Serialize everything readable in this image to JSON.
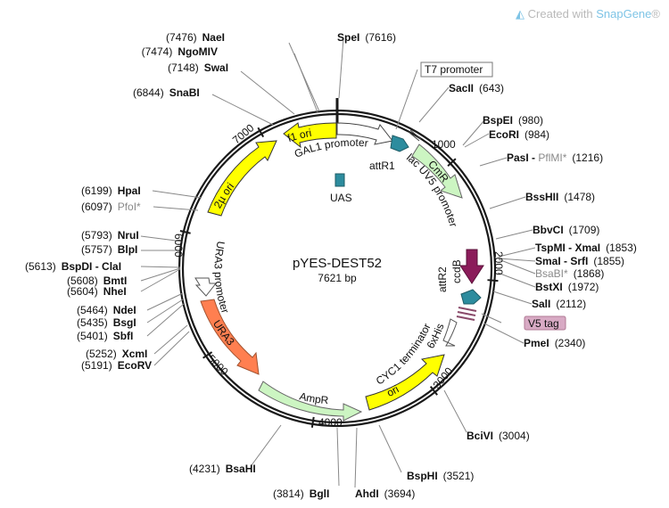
{
  "watermark": {
    "prefix": "Created with ",
    "brand": "SnapGene",
    "suffix": "®"
  },
  "plasmid": {
    "name": "pYES-DEST52",
    "size_label": "7621 bp",
    "length": 7621
  },
  "ticks": [
    {
      "bp": 1000,
      "label": "1000"
    },
    {
      "bp": 2000,
      "label": "2000"
    },
    {
      "bp": 3000,
      "label": "3000"
    },
    {
      "bp": 4000,
      "label": "4000"
    },
    {
      "bp": 5000,
      "label": "5000"
    },
    {
      "bp": 6000,
      "label": "6000"
    },
    {
      "bp": 7000,
      "label": "7000"
    }
  ],
  "sites": [
    {
      "pos": "(7476)",
      "name": "NaeI",
      "gray": ""
    },
    {
      "pos": "(7474)",
      "name": "NgoMIV",
      "gray": ""
    },
    {
      "pos": "(7148)",
      "name": "SwaI",
      "gray": ""
    },
    {
      "pos": "(6844)",
      "name": "SnaBI",
      "gray": ""
    },
    {
      "pos": "(6199)",
      "name": "HpaI",
      "gray": ""
    },
    {
      "pos": "(6097)",
      "name": "",
      "gray": "PfoI*"
    },
    {
      "pos": "(5793)",
      "name": "NruI",
      "gray": ""
    },
    {
      "pos": "(5757)",
      "name": "BlpI",
      "gray": ""
    },
    {
      "pos": "(5613)",
      "name": "BspDI - ClaI",
      "gray": ""
    },
    {
      "pos": "(5608)",
      "name": "BmtI",
      "gray": ""
    },
    {
      "pos": "(5604)",
      "name": "NheI",
      "gray": ""
    },
    {
      "pos": "(5464)",
      "name": "NdeI",
      "gray": ""
    },
    {
      "pos": "(5435)",
      "name": "BsgI",
      "gray": ""
    },
    {
      "pos": "(5401)",
      "name": "SbfI",
      "gray": ""
    },
    {
      "pos": "(5252)",
      "name": "XcmI",
      "gray": ""
    },
    {
      "pos": "(5191)",
      "name": "EcoRV",
      "gray": ""
    },
    {
      "pos": "(4231)",
      "name": "BsaHI",
      "gray": ""
    },
    {
      "pos": "(3814)",
      "name": "BglI",
      "gray": ""
    },
    {
      "pos": "(3694)",
      "name": "AhdI",
      "gray": ""
    },
    {
      "pos": "(3521)",
      "name": "BspHI",
      "gray": ""
    },
    {
      "pos": "(3004)",
      "name": "BciVI",
      "gray": ""
    },
    {
      "pos": "(7616)",
      "name": "SpeI",
      "gray": ""
    },
    {
      "pos": "(643)",
      "name": "SacII",
      "gray": ""
    },
    {
      "pos": "(980)",
      "name": "BspEI",
      "gray": ""
    },
    {
      "pos": "(984)",
      "name": "EcoRI",
      "gray": ""
    },
    {
      "pos": "(1216)",
      "name": "PasI - ",
      "gray": "PflMI*"
    },
    {
      "pos": "(1478)",
      "name": "BssHII",
      "gray": ""
    },
    {
      "pos": "(1709)",
      "name": "BbvCI",
      "gray": ""
    },
    {
      "pos": "(1853)",
      "name": "TspMI - XmaI",
      "gray": ""
    },
    {
      "pos": "(1855)",
      "name": "SmaI - SrfI",
      "gray": ""
    },
    {
      "pos": "(1868)",
      "name": "",
      "gray": "BsaBI*"
    },
    {
      "pos": "(1972)",
      "name": "BstXI",
      "gray": ""
    },
    {
      "pos": "(2112)",
      "name": "SalI",
      "gray": ""
    },
    {
      "pos": "(2340)",
      "name": "PmeI",
      "gray": ""
    }
  ],
  "features": {
    "f1_ori": "f1 ori",
    "gal1_promoter": "GAL1 promoter",
    "two_micron_ori": "2µ ori",
    "uas": "UAS",
    "attr1": "attR1",
    "t7_promoter": "T7 promoter",
    "lac_uv5_promoter": "lac UV5 promoter",
    "cmr": "CmR",
    "ccdb": "ccdB",
    "attr2": "attR2",
    "his6": "6xHis",
    "v5_tag": "V5 tag",
    "cyc1_terminator": "CYC1 terminator",
    "ori": "ori",
    "ampr": "AmpR",
    "ura3": "URA3",
    "ura3_promoter": "URA3 promoter"
  },
  "colors": {
    "backbone": "#1a1a1a",
    "f1_ori": "#ffff00",
    "two_micron_ori": "#ffff00",
    "ori": "#ffff00",
    "cmr": "#ccf5c2",
    "ampr": "#ccf5c2",
    "ura3": "#ff7f50",
    "ccdb": "#8b1c5a",
    "attr": "#2d8c9e",
    "v5_tag": "#d8aac4",
    "promoter": "#ffffff"
  }
}
